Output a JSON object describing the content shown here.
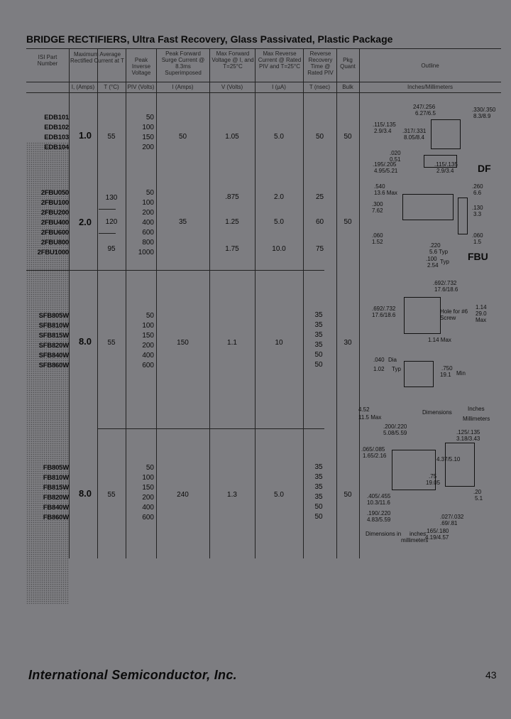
{
  "page": {
    "title": "BRIDGE RECTIFIERS, Ultra Fast Recovery, Glass Passivated, Plastic Package",
    "company": "International Semiconductor, Inc.",
    "page_number": "43"
  },
  "table": {
    "headers": [
      "ISI Part Number",
      "Maximum Average Rectified Current at T",
      "Peak Inverse Voltage",
      "Peak Forward Surge Current @ 8.3ms Superimposed",
      "Max Forward Voltage @ I, and T=25°C",
      "Max Reverse Current @ Rated PIV and T=25°C",
      "Reverse Recovery Time @ Rated PIV",
      "Pkg Quant",
      "Outline"
    ],
    "units": [
      "I, (Amps)",
      "T (°C)",
      "PIV (Volts)",
      "I (Amps)",
      "V (Volts)",
      "I (µA)",
      "T (nsec)",
      "Bulk",
      "Inches/Millimeters"
    ],
    "groups": [
      {
        "parts": [
          "EDB101",
          "EDB102",
          "EDB103",
          "EDB104"
        ],
        "current": "1.0",
        "temp": [
          "55"
        ],
        "piv": [
          "50",
          "100",
          "150",
          "200"
        ],
        "surge": "50",
        "vf": [
          "1.05"
        ],
        "ir": [
          "5.0"
        ],
        "trr": [
          "50"
        ],
        "pkg": "50",
        "package": "DF"
      },
      {
        "parts": [
          "2FBU050",
          "2FBU100",
          "2FBU200",
          "2FBU400",
          "2FBU600",
          "2FBU800",
          "2FBU1000"
        ],
        "current": "2.0",
        "temp": [
          "130",
          "120",
          "95"
        ],
        "piv": [
          "50",
          "100",
          "200",
          "400",
          "600",
          "800",
          "1000"
        ],
        "surge": "35",
        "vf": [
          ".875",
          "1.25",
          "1.75"
        ],
        "ir": [
          "2.0",
          "5.0",
          "10.0"
        ],
        "trr": [
          "25",
          "60",
          "75"
        ],
        "pkg": "50",
        "package": "FBU"
      },
      {
        "parts": [
          "SFB805W",
          "SFB810W",
          "SFB815W",
          "SFB820W",
          "SFB840W",
          "SFB860W"
        ],
        "current": "8.0",
        "temp": [
          "55"
        ],
        "piv": [
          "50",
          "100",
          "150",
          "200",
          "400",
          "600"
        ],
        "surge": "150",
        "vf": [
          "1.1"
        ],
        "ir": [
          "10"
        ],
        "trr": [
          "35",
          "35",
          "35",
          "35",
          "50",
          "50"
        ],
        "pkg": "30",
        "package": ""
      },
      {
        "parts": [
          "FB805W",
          "FB810W",
          "FB815W",
          "FB820W",
          "FB840W",
          "FB860W"
        ],
        "current": "8.0",
        "temp": [
          "55"
        ],
        "piv": [
          "50",
          "100",
          "150",
          "200",
          "400",
          "600"
        ],
        "surge": "240",
        "vf": [
          "1.3"
        ],
        "ir": [
          "5.0"
        ],
        "trr": [
          "35",
          "35",
          "35",
          "35",
          "50",
          "50"
        ],
        "pkg": "50",
        "package": ""
      }
    ]
  },
  "outlines": {
    "df": [
      "247/.256",
      "6.27/6.5",
      ".330/.350",
      "8.3/8.9",
      ".115/.135",
      "2.9/3.4",
      ".317/.331",
      "8.05/8.4",
      ".020",
      "0.51",
      ".195/.205",
      "4.95/5.21",
      ".115/.135",
      "2.9/3.4"
    ],
    "fbu": [
      ".540",
      "13.6 Max",
      ".260",
      "6.6",
      ".300",
      "7.62",
      ".130",
      "3.3",
      ".060",
      "1.52",
      ".220",
      "5.6 Typ",
      ".100",
      "2.54",
      "Typ",
      ".060",
      "1.5"
    ],
    "sfb": [
      ".692/.732",
      "17.6/18.6",
      ".692/.732",
      "17.6/18.6",
      "Hole for #6 Screw",
      "1.14",
      "29.0",
      "Max",
      "1.14 Max",
      ".040",
      "1.02",
      "Dia",
      "Typ",
      ".750",
      "19.1",
      "Min",
      "4.52",
      "11.5 Max",
      "Dimensions",
      "Inches",
      "Millimeters"
    ],
    "fb": [
      ".200/.220",
      "5.08/5.59",
      "4.37/5.10",
      ".125/.135",
      "3.18/3.43",
      ".065/.085",
      "1.65/2.16",
      ".75",
      "19.05",
      ".405/.455",
      "10.3/11.6",
      ".190/.220",
      "4.83/5.59",
      ".20",
      "5.1",
      ".027/.032",
      ".69/.81",
      ".165/.180",
      "4.19/4.57",
      "Dimensions in",
      "inches",
      "millimeters"
    ]
  }
}
